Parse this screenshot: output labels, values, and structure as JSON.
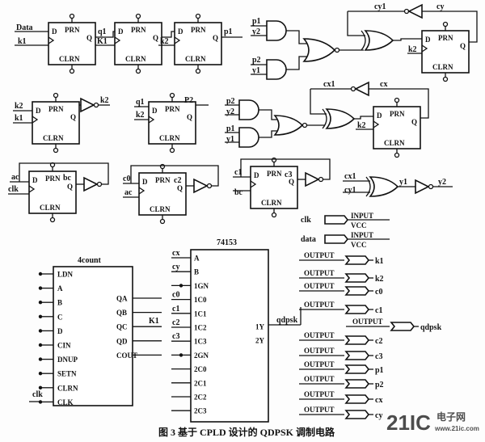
{
  "flipflops": {
    "ff1": {
      "d": "D",
      "prn": "PRN",
      "q": "Q",
      "clrn": "CLRN",
      "in_d": "Data",
      "in_clk": "k1",
      "out": "q1"
    },
    "ff2": {
      "d": "D",
      "prn": "PRN",
      "q": "Q",
      "clrn": "CLRN",
      "in_clk": "K1",
      "out": "p1"
    },
    "ff3": {
      "d": "D",
      "prn": "PRN",
      "q": "Q",
      "clrn": "CLRN",
      "in_clk": "k2"
    },
    "ff4": {
      "d": "D",
      "prn": "PRN",
      "q": "Q",
      "clrn": "CLRN",
      "in_d": "k2",
      "in_clk": "k1",
      "out": "k2"
    },
    "ff5": {
      "d": "D",
      "prn": "PRN",
      "q": "Q",
      "clrn": "CLRN",
      "in_d": "q1",
      "in_clk": "k2",
      "out": "P2"
    },
    "ff6": {
      "d": "D",
      "prn": "PRN",
      "q": "Q",
      "clrn": "CLRN",
      "in_d": "ac",
      "in_clk": "clk",
      "out": "bc"
    },
    "ff7": {
      "d": "D",
      "prn": "PRN",
      "q": "Q",
      "clrn": "CLRN",
      "in_d": "c0",
      "in_clk": "ac",
      "out": "c2"
    },
    "ff8": {
      "d": "D",
      "prn": "PRN",
      "q": "Q",
      "clrn": "CLRN",
      "in_d": "c1",
      "in_clk": "bc",
      "out": "c3"
    },
    "ff9": {
      "d": "D",
      "prn": "PRN",
      "q": "Q",
      "clrn": "CLRN",
      "in_clk": "k2"
    },
    "ff10": {
      "d": "D",
      "prn": "PRN",
      "q": "Q",
      "clrn": "CLRN",
      "in_clk": "k2"
    }
  },
  "logic_top": {
    "in1": "p1",
    "in2": "y2",
    "in3": "p2",
    "in4": "y1",
    "fb_out": "cy1",
    "fb_in": "cy"
  },
  "logic_mid": {
    "in1": "p2",
    "in2": "y2",
    "in3": "p1",
    "in4": "y1",
    "fb_out": "cx1",
    "fb_in": "cx"
  },
  "logic_xor": {
    "in1": "cx1",
    "in2": "cy1",
    "out1": "y1",
    "out2": "y2"
  },
  "counter": {
    "title": "4count",
    "left_pins": [
      "LDN",
      "A",
      "B",
      "C",
      "D",
      "CIN",
      "DNUP",
      "SETN",
      "CLRN",
      "CLK"
    ],
    "right_pins": [
      "QA",
      "QB",
      "QC",
      "QD",
      "COUT"
    ],
    "qc_label": "K1",
    "clk_label": "clk"
  },
  "mux": {
    "title": "74153",
    "left_pins": [
      "A",
      "B",
      "1GN",
      "1C0",
      "1C1",
      "1C2",
      "1C3",
      "2GN",
      "2C0",
      "2C1",
      "2C2",
      "2C3"
    ],
    "right_pins": [
      "1Y",
      "2Y"
    ],
    "input_labels": [
      "cx",
      "cy",
      "",
      "c0",
      "c1",
      "c2",
      "c3"
    ],
    "out_label": "qdpsk"
  },
  "io": {
    "inputs": [
      {
        "name": "clk",
        "kind": "INPUT",
        "sub": "VCC"
      },
      {
        "name": "data",
        "kind": "INPUT",
        "sub": "VCC"
      }
    ],
    "outputs": [
      {
        "name": "k1",
        "kind": "OUTPUT"
      },
      {
        "name": "k2",
        "kind": "OUTPUT"
      },
      {
        "name": "c0",
        "kind": "OUTPUT"
      },
      {
        "name": "c1",
        "kind": "OUTPUT"
      },
      {
        "name": "c2",
        "kind": "OUTPUT"
      },
      {
        "name": "c3",
        "kind": "OUTPUT"
      },
      {
        "name": "p1",
        "kind": "OUTPUT"
      },
      {
        "name": "p2",
        "kind": "OUTPUT"
      },
      {
        "name": "cx",
        "kind": "OUTPUT"
      },
      {
        "name": "cy",
        "kind": "OUTPUT"
      }
    ],
    "qdpsk_out": {
      "name": "qdpsk",
      "kind": "OUTPUT"
    }
  },
  "caption": "图 3  基于 CPLD 设计的 QDPSK 调制电路",
  "watermark": {
    "brand": "21IC",
    "cn": "电子网",
    "url": "www.21ic.com"
  }
}
